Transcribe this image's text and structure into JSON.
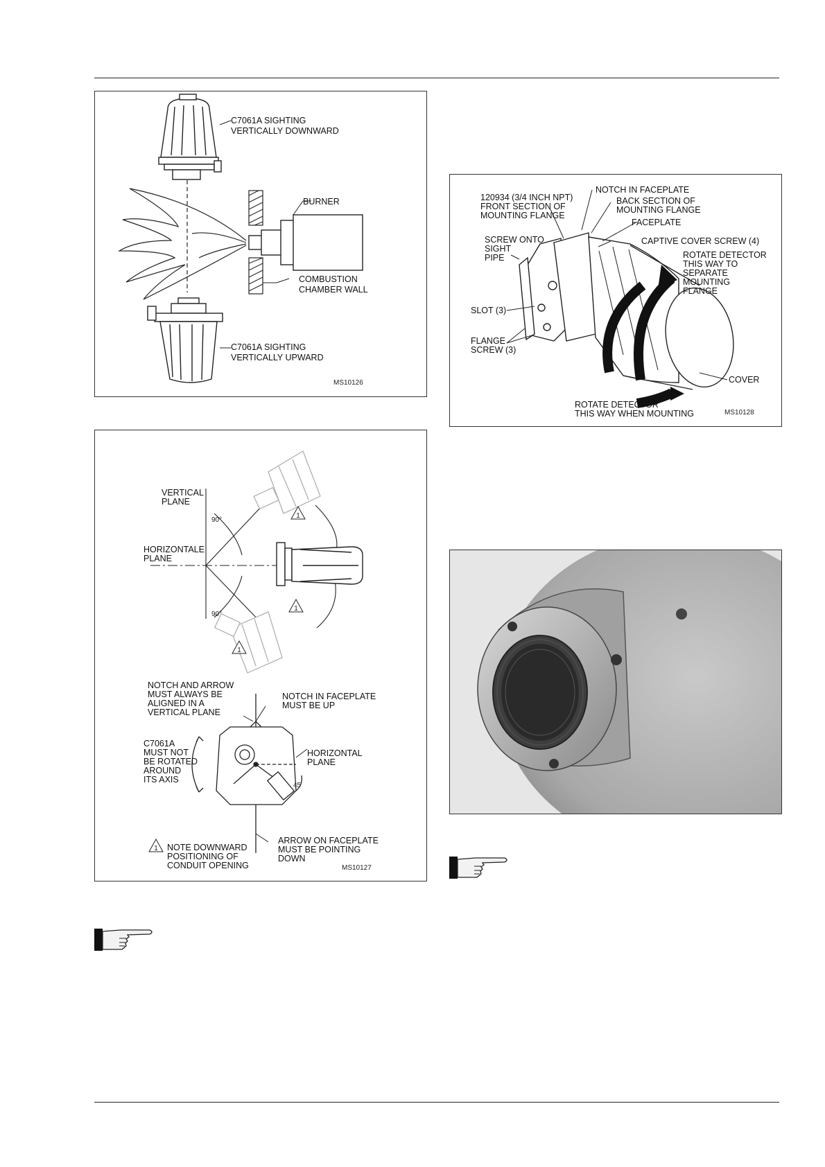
{
  "fig1": {
    "label_top": [
      "C7061A SIGHTING",
      "VERTICALLY DOWNWARD"
    ],
    "label_burner": "BURNER",
    "label_wall": [
      "COMBUSTION",
      "CHAMBER WALL"
    ],
    "label_bottom": [
      "C7061A SIGHTING",
      "VERTICALLY UPWARD"
    ],
    "code": "MS10126"
  },
  "fig2": {
    "vertical_plane": [
      "VERTICAL",
      "PLANE"
    ],
    "horizontal_plane": [
      "HORIZONTALE",
      "PLANE"
    ],
    "angle_top": "90°",
    "angle_bottom": "90°",
    "note_marker": "1",
    "notch_arrow": [
      "NOTCH AND ARROW",
      "MUST ALWAYS BE",
      "ALIGNED IN A",
      "VERTICAL PLANE"
    ],
    "notch_up": [
      "NOTCH IN FACEPLATE",
      "MUST BE UP"
    ],
    "not_rotated": [
      "C7061A",
      "MUST NOT",
      "BE ROTATED",
      "AROUND",
      "ITS AXIS"
    ],
    "horizontal": [
      "HORIZONTAL",
      "PLANE"
    ],
    "angle_45": "45",
    "arrow_down": [
      "ARROW ON FACEPLATE",
      "MUST BE POINTING",
      "DOWN"
    ],
    "note": [
      "NOTE DOWNWARD",
      "POSITIONING OF",
      "CONDUIT OPENING"
    ],
    "code": "MS10127"
  },
  "fig3": {
    "front_section": [
      "120934 (3/4 INCH NPT)",
      "FRONT SECTION OF",
      "MOUNTING FLANGE"
    ],
    "notch": "NOTCH IN FACEPLATE",
    "back_section": [
      "BACK SECTION OF",
      "MOUNTING FLANGE"
    ],
    "faceplate": "FACEPLATE",
    "captive": "CAPTIVE COVER SCREW (4)",
    "screw_onto": [
      "SCREW ONTO",
      "SIGHT",
      "PIPE"
    ],
    "rotate_separate": [
      "ROTATE DETECTOR",
      "THIS WAY TO",
      "SEPARATE",
      "MOUNTING",
      "FLANGE"
    ],
    "slot": "SLOT (3)",
    "flange_screw": [
      "FLANGE",
      "SCREW (3)"
    ],
    "cover": "COVER",
    "rotate_mount": [
      "ROTATE DETECTOR",
      "THIS WAY WHEN MOUNTING"
    ],
    "code": "MS10128"
  },
  "colors": {
    "rule": "#222222",
    "frame": "#333333",
    "metal": "#9a9a9a"
  }
}
